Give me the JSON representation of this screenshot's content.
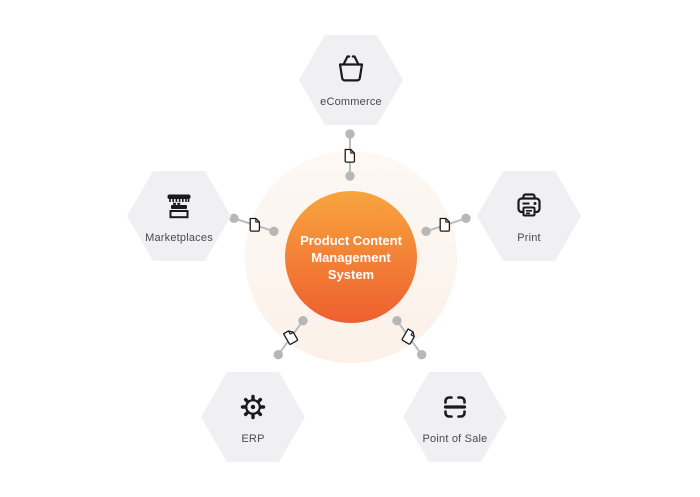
{
  "diagram": {
    "hub": {
      "title_lines": [
        "Product Content",
        "Management",
        "System"
      ],
      "title": "Product Content Management System"
    },
    "nodes": [
      {
        "id": "ecommerce",
        "label": "eCommerce",
        "icon": "shopping-basket-icon"
      },
      {
        "id": "print",
        "label": "Print",
        "icon": "printer-icon"
      },
      {
        "id": "point-of-sale",
        "label": "Point of Sale",
        "icon": "scan-frame-icon"
      },
      {
        "id": "erp",
        "label": "ERP",
        "icon": "gear-icon"
      },
      {
        "id": "marketplaces",
        "label": "Marketplaces",
        "icon": "storefront-icon"
      }
    ],
    "connector_icon": "document-icon",
    "colors": {
      "background": "#ffffff",
      "halo": "#fcf4ee",
      "hub_gradient_top": "#f8a53e",
      "hub_gradient_bottom": "#ee5f2f",
      "hub_text": "#ffffff",
      "hexagon_fill": "#f0f0f3",
      "node_label_text": "#4a4a4c",
      "connector_gray": "#bcbcbc",
      "icon_stroke": "#1a1a1a"
    }
  }
}
